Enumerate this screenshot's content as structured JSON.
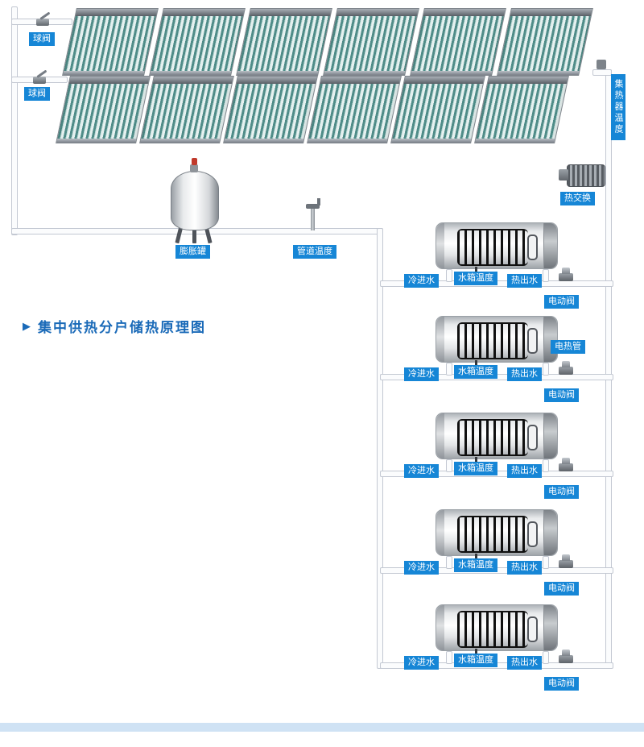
{
  "title": {
    "arrow": "▶",
    "text": "集中供热分户储热原理图"
  },
  "labels": {
    "ball_valve_top": "球阀",
    "ball_valve_bottom": "球阀",
    "collector_temp": "集热器温度",
    "heat_exchange": "热交换",
    "expansion_tank": "膨胀罐",
    "pipe_temp": "管道温度"
  },
  "tanks": [
    {
      "cold_in": "冷进水",
      "tank_temp": "水箱温度",
      "hot_out": "热出水",
      "valve": "电动阀"
    },
    {
      "cold_in": "冷进水",
      "tank_temp": "水箱温度",
      "hot_out": "热出水",
      "valve": "电动阀",
      "heater": "电热管"
    },
    {
      "cold_in": "冷进水",
      "tank_temp": "水箱温度",
      "hot_out": "热出水",
      "valve": "电动阀"
    },
    {
      "cold_in": "冷进水",
      "tank_temp": "水箱温度",
      "hot_out": "热出水",
      "valve": "电动阀"
    },
    {
      "cold_in": "冷进水",
      "tank_temp": "水箱温度",
      "hot_out": "热出水",
      "valve": "电动阀"
    }
  ],
  "colors": {
    "badge_blue": "#1686d6",
    "title_blue": "#1a6ab8",
    "tube_teal": "#4f8c88",
    "footer_blue": "#cfe2f4"
  }
}
